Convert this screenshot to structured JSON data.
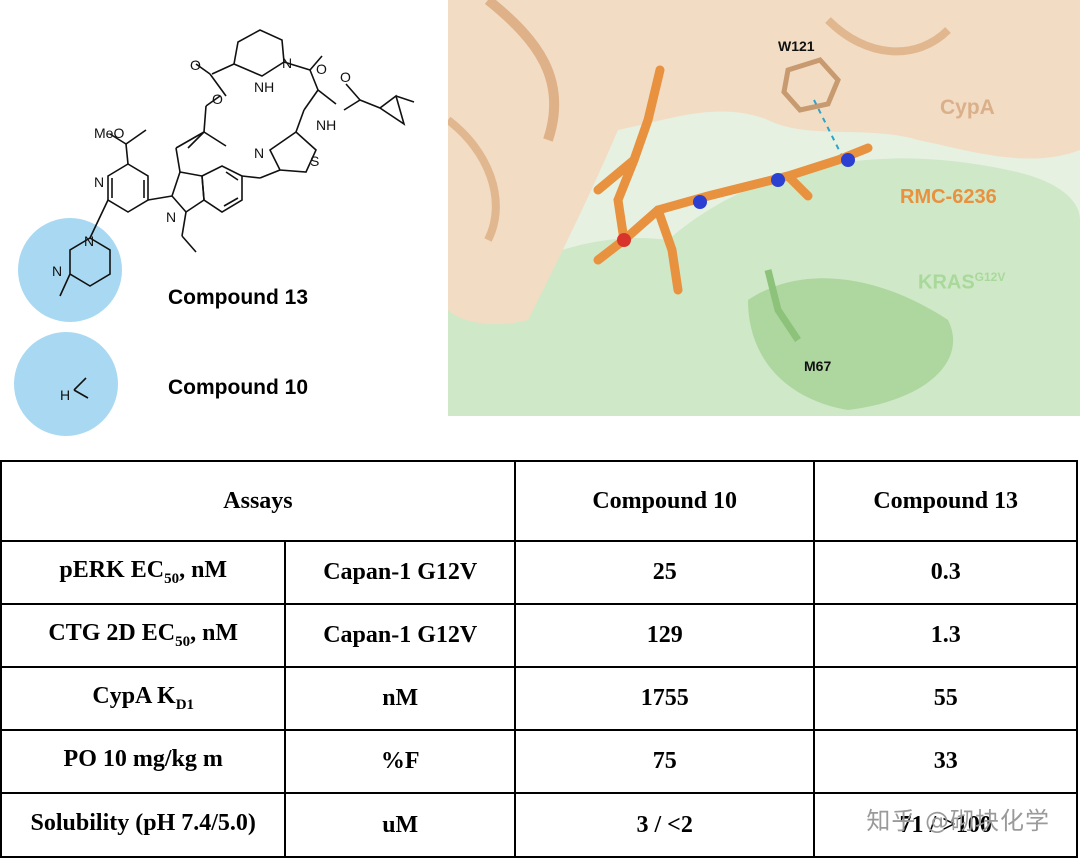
{
  "figure": {
    "structure": {
      "compound_13_label": "Compound 13",
      "compound_10_label": "Compound 10",
      "atoms": {
        "O": "O",
        "N": "N",
        "NH": "NH",
        "H": "H",
        "S": "S",
        "MeO": "MeO"
      }
    },
    "protein_view": {
      "w121_label": "W121",
      "cypa_label": "CypA",
      "rmc_label": "RMC-6236",
      "kras_label": "KRAS",
      "kras_superscript": "G12V",
      "m67_label": "M67"
    },
    "colors": {
      "cypa_surface": "#f3dcc4",
      "kras_surface": "#cfe8c8",
      "ligand": "#e8913f",
      "highlight_circle": "#a9d9f2"
    }
  },
  "table": {
    "header": {
      "assays": "Assays",
      "compound_10": "Compound 10",
      "compound_13": "Compound 13"
    },
    "rows": [
      {
        "assay": "pERK EC",
        "assay_sub": "50",
        "assay_tail": ", nM",
        "condition": "Capan-1 G12V",
        "c10": "25",
        "c13": "0.3"
      },
      {
        "assay": "CTG 2D EC",
        "assay_sub": "50",
        "assay_tail": ", nM",
        "condition": "Capan-1 G12V",
        "c10": "129",
        "c13": "1.3"
      },
      {
        "assay": "CypA K",
        "assay_sub": "D1",
        "assay_tail": "",
        "condition": "nM",
        "c10": "1755",
        "c13": "55"
      },
      {
        "assay": "PO 10 mg/kg m",
        "assay_sub": "",
        "assay_tail": "",
        "condition": "%F",
        "c10": "75",
        "c13": "33"
      },
      {
        "assay": "Solubility (pH 7.4/5.0)",
        "assay_sub": "",
        "assay_tail": "",
        "condition": "uM",
        "c10": "3 / <2",
        "c13": "71 / >100"
      }
    ]
  },
  "watermark": "知乎 @砌块化学"
}
